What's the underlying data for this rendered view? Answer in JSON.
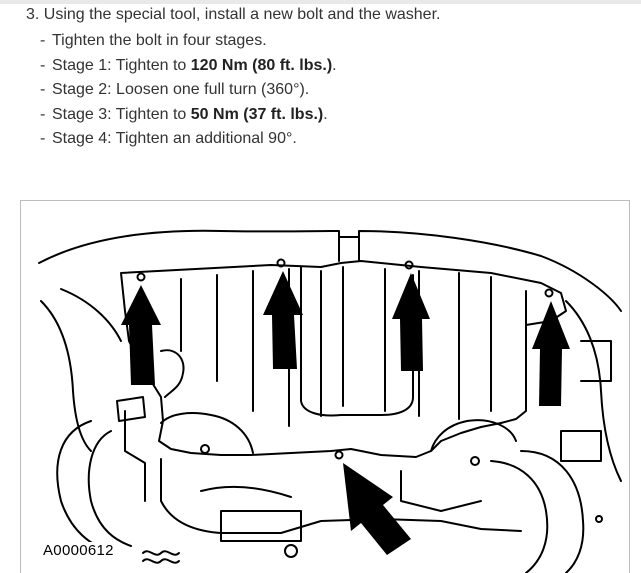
{
  "instruction": {
    "step": "3. Using the special tool, install a new bolt and the washer.",
    "stages": [
      {
        "pre": "Tighten the bolt in four stages.",
        "bold": "",
        "post": ""
      },
      {
        "pre": "Stage 1: Tighten to ",
        "bold": "120 Nm (80 ft. lbs.)",
        "post": "."
      },
      {
        "pre": "Stage 2: Loosen one full turn (360°).",
        "bold": "",
        "post": ""
      },
      {
        "pre": "Stage 3: Tighten to ",
        "bold": "50 Nm (37 ft. lbs.)",
        "post": "."
      },
      {
        "pre": "Stage 4: Tighten an additional 90°.",
        "bold": "",
        "post": ""
      }
    ],
    "dash": "-"
  },
  "figure": {
    "code": "A0000612",
    "arrow_color": "#000000",
    "line_color": "#000000"
  }
}
